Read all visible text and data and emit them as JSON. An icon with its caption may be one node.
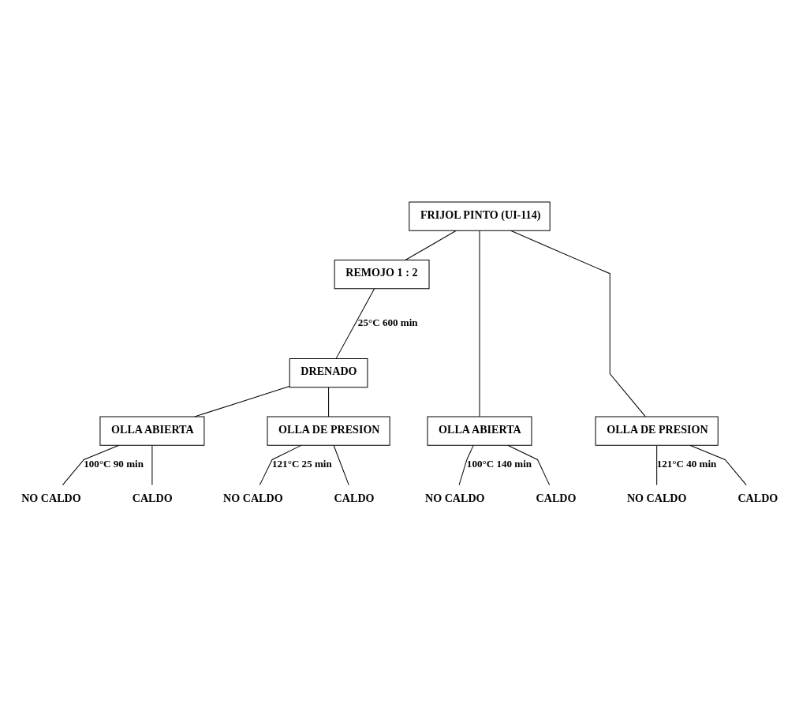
{
  "diagram": {
    "nodes": [
      {
        "text": [
          "FRIJOL PINTO (UI-114)"
        ]
      },
      {
        "text": [
          "REMOJO 1 : 2"
        ]
      },
      {
        "text": [
          "DRENADO"
        ]
      },
      {
        "text": [
          "OLLA ABIERTA"
        ]
      },
      {
        "text": [
          "OLLA DE PRESION"
        ]
      },
      {
        "text": [
          "OLLA ABIERTA"
        ]
      },
      {
        "text": [
          "OLLA DE PRESION"
        ]
      },
      {
        "text": [
          "NO CALDO"
        ]
      },
      {
        "text": [
          "CALDO"
        ]
      },
      {
        "text": [
          "NO CALDO"
        ]
      },
      {
        "text": [
          "CALDO"
        ]
      },
      {
        "text": [
          "NO CALDO"
        ]
      },
      {
        "text": [
          "CALDO"
        ]
      },
      {
        "text": [
          "NO CALDO"
        ]
      },
      {
        "text": [
          "CALDO"
        ]
      }
    ],
    "edges": [
      {
        "from": 0,
        "to": 3,
        "arrow": "none"
      },
      {
        "from": 0,
        "to": 4,
        "arrow": "none"
      },
      {
        "from": 0,
        "to": 1,
        "arrow": "none"
      },
      {
        "from": 1,
        "to": 2,
        "arrow": "none",
        "label": "25°C 600 min"
      },
      {
        "from": 2,
        "to": 5,
        "arrow": "none"
      },
      {
        "from": 2,
        "to": 6,
        "arrow": "none"
      },
      {
        "from": 3,
        "to": 7,
        "arrow": "none",
        "label": "100°C 140 min"
      },
      {
        "from": 3,
        "to": 8,
        "arrow": "none"
      },
      {
        "from": 4,
        "to": 9,
        "arrow": "none",
        "label": "121°C 40 min"
      },
      {
        "from": 4,
        "to": 10,
        "arrow": "none"
      },
      {
        "from": 5,
        "to": 11,
        "arrow": "none",
        "label": "100°C 90 min"
      },
      {
        "from": 5,
        "to": 12,
        "arrow": "none"
      },
      {
        "from": 6,
        "to": 13,
        "arrow": "none",
        "label": "121°C 25 min"
      },
      {
        "from": 6,
        "to": 14,
        "arrow": "none"
      }
    ]
  }
}
